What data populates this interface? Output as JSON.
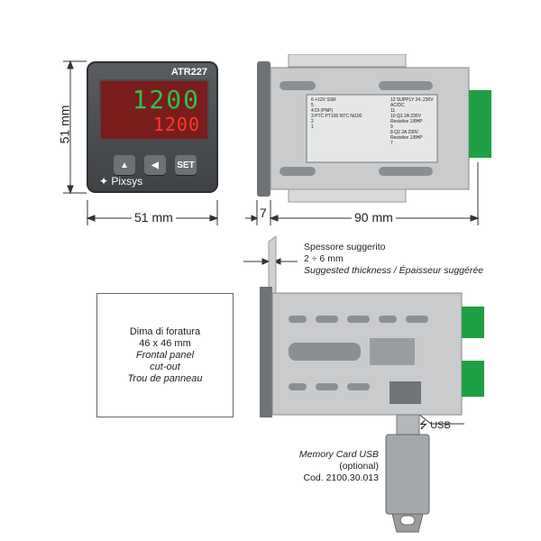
{
  "front_view": {
    "model": "ATR227",
    "display_top": "1200",
    "display_bottom": "1200",
    "keys": [
      "up-arrow",
      "left-arrow",
      "SET"
    ],
    "brand": "Pixsys",
    "height_label": "51 mm",
    "width_label": "51 mm",
    "colors": {
      "display_top": "#2fc14a",
      "display_bottom": "#ff3a2a",
      "connector": "#1fa043"
    }
  },
  "side_view": {
    "bezel_label": "7",
    "depth_label": "90 mm",
    "terminals_left": [
      {
        "num": "6",
        "text": "+12V SSR"
      },
      {
        "num": "5",
        "text": ""
      },
      {
        "num": "4",
        "text": "DI (PNP)"
      },
      {
        "num": "3",
        "text": "PTC PT100 NTC Ni100"
      },
      {
        "num": "2",
        "text": ""
      },
      {
        "num": "1",
        "text": ""
      }
    ],
    "terminals_right": [
      {
        "num": "12",
        "text": "SUPPLY 24..230V AC/DC"
      },
      {
        "num": "11",
        "text": ""
      },
      {
        "num": "10",
        "text": "Q1 2A 230V Resistive 1/8HP"
      },
      {
        "num": "9",
        "text": ""
      },
      {
        "num": "8",
        "text": "Q2 2A 230V Resistive 1/8HP"
      },
      {
        "num": "7",
        "text": ""
      }
    ]
  },
  "cutout": {
    "lines": [
      "Dima di foratura",
      "46 x 46 mm",
      "Frontal panel",
      "cut-out",
      "Trou de panneau"
    ]
  },
  "thickness": {
    "line1": "Spessore suggerito",
    "line2": "2 ÷ 6 mm",
    "line3": "Suggested thickness  /  Épaisseur suggérée"
  },
  "usb": {
    "port_label": "USB",
    "card_lines": [
      "Memory Card  USB",
      "(optional)",
      "Cod. 2100.30.013"
    ]
  }
}
